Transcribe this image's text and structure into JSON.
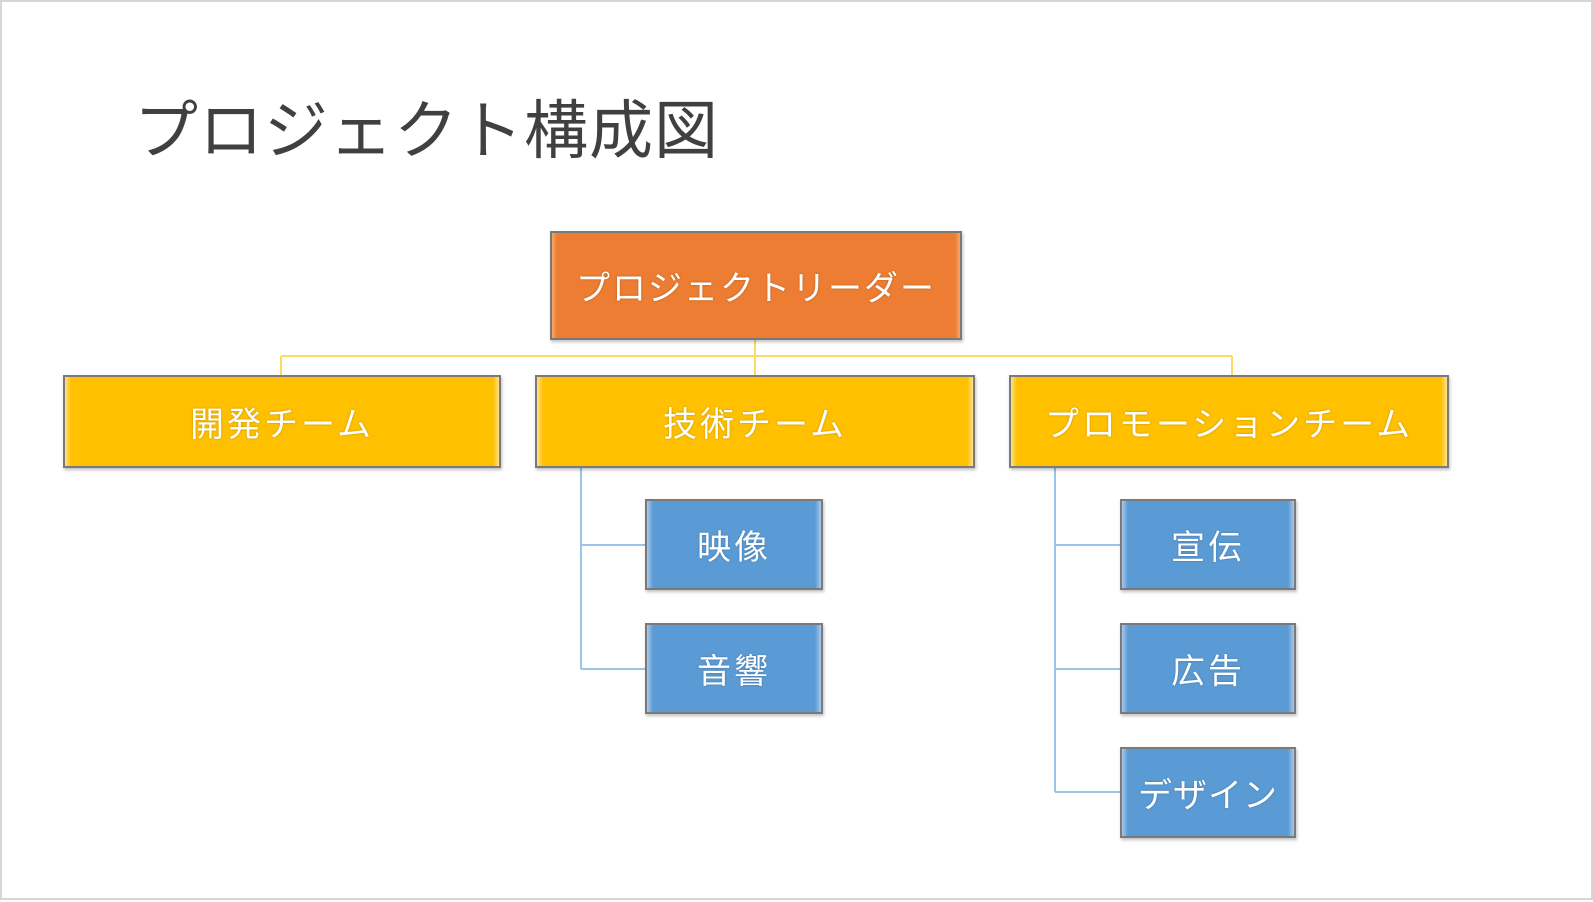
{
  "title": "プロジェクト構成図",
  "colors": {
    "leader": "#ec7d32",
    "team": "#ffc000",
    "member": "#5b9bd5",
    "team_connector": "#ffd966",
    "member_connector": "#9dc3e6"
  },
  "org": {
    "leader": "プロジェクトリーダー",
    "teams": [
      {
        "label": "開発チーム",
        "members": []
      },
      {
        "label": "技術チーム",
        "members": [
          "映像",
          "音響"
        ]
      },
      {
        "label": "プロモーションチーム",
        "members": [
          "宣伝",
          "広告",
          "デザイン"
        ]
      }
    ]
  }
}
